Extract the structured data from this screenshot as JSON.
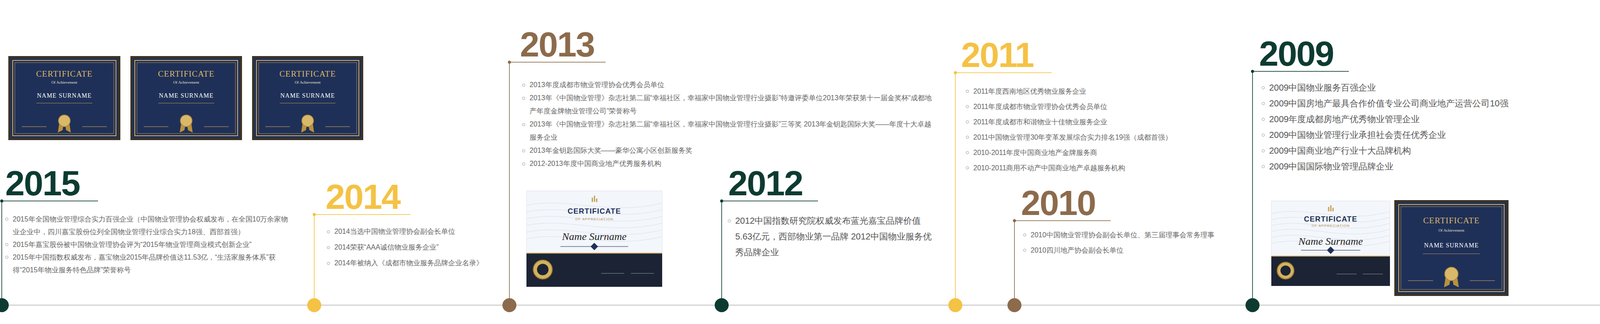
{
  "diagram": {
    "labels": [
      "2015",
      "2015年全国物业管理综合实力百强企业（中国物业管理协会权威发布，在全国10万余家物业企业中，四川嘉宝股份位列全国物业管理行业综合实力18强、西部首强）",
      "2015年嘉宝股份被中国物业管理协会评为“2015年物业管理商业模式创新企业”",
      "2015年中国指数权威发布，嘉宝物业2015年品牌价值达11.53亿，“生活家服务体系”获得“2015年物业服务特色品牌”荣誉称号",
      "2014",
      "2014当选中国物业管理协会副会长单位",
      "2014荣获“AAA诚信物业服务企业”",
      "2014年被纳入《成都市物业服务品牌企业名录》",
      "2013",
      "2013年度成都市物业管理协会优秀会员单位",
      "2013年《中国物业管理》杂志社第二届“幸福社区，幸福家中国物业管理行业摄影”特邀评委单位2013年荣获第十一届金奖杯“成都地产年度金牌物业管理公司”荣誉称号",
      "2013年《中国物业管理》杂志社第二届“幸福社区，幸福家中国物业管理行业摄影”三等奖 2013年金钥匙国际大奖——年度十大卓越服务企业",
      "2013年金钥匙国际大奖——豪华公寓小区创新服务奖",
      "2012-2013年度中国商业地产优秀服务机构",
      "2012",
      "2012中国指数研究院权威发布蓝光嘉宝品牌价值5.63亿元，西部物业第一品牌 2012中国物业服务优秀品牌企业",
      "2011",
      "2011年度西南地区优秀物业服务企业",
      "2011年度成都市物业管理协会优秀会员单位",
      "2011年度成都市和谐物业十佳物业服务企业",
      "2011中国物业管理30年变革发展综合实力排名19强（成都首强）",
      "2010-2011年度中国商业地产金牌服务商",
      "2010-2011商用不动产中国商业地产卓越服务机构",
      "2010",
      "2010中国物业管理协会副会长单位、第三届理事会常务理事",
      "2010四川地产协会副会长单位",
      "2009",
      "2009中国物业服务百强企业",
      "2009中国房地产最具合作价值专业公司商业地产运营公司10强",
      "2009年度成都房地产优秀物业管理企业",
      "2009中国物业管理行业承担社会责任优秀企业",
      "2009中国商业地产行业十大品牌机构",
      "2009中国国际物业管理品牌企业",
      "CERTIFICATE",
      "Of Achievement",
      "NAME SURNAME",
      "CERTIFICATE",
      "Of Achievement",
      "NAME SURNAME",
      "CERTIFICATE",
      "Of Achievement",
      "NAME SURNAME",
      "CERTIFICATE",
      "Of Achievement",
      "NAME SURNAME",
      "CERTIFICATE",
      "OF APPRECIATION",
      "Name Surname",
      "CERTIFICATE",
      "OF APPRECIATION",
      "Name Surname"
    ]
  }
}
